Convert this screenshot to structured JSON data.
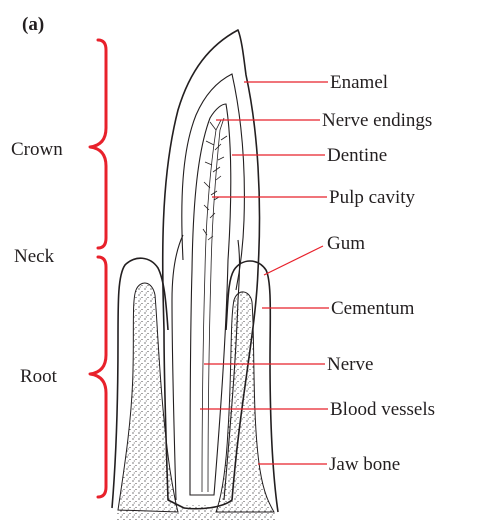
{
  "figure": {
    "panel_label": "(a)",
    "regions": {
      "crown": "Crown",
      "neck": "Neck",
      "root": "Root"
    },
    "labels": {
      "enamel": "Enamel",
      "nerve_endings": "Nerve endings",
      "dentine": "Dentine",
      "pulp_cavity": "Pulp cavity",
      "gum": "Gum",
      "cementum": "Cementum",
      "nerve": "Nerve",
      "blood_vessels": "Blood vessels",
      "jaw_bone": "Jaw bone"
    },
    "colors": {
      "leader_lines": "#e8212b",
      "braces": "#e8212b",
      "drawing": "#231f20"
    }
  }
}
